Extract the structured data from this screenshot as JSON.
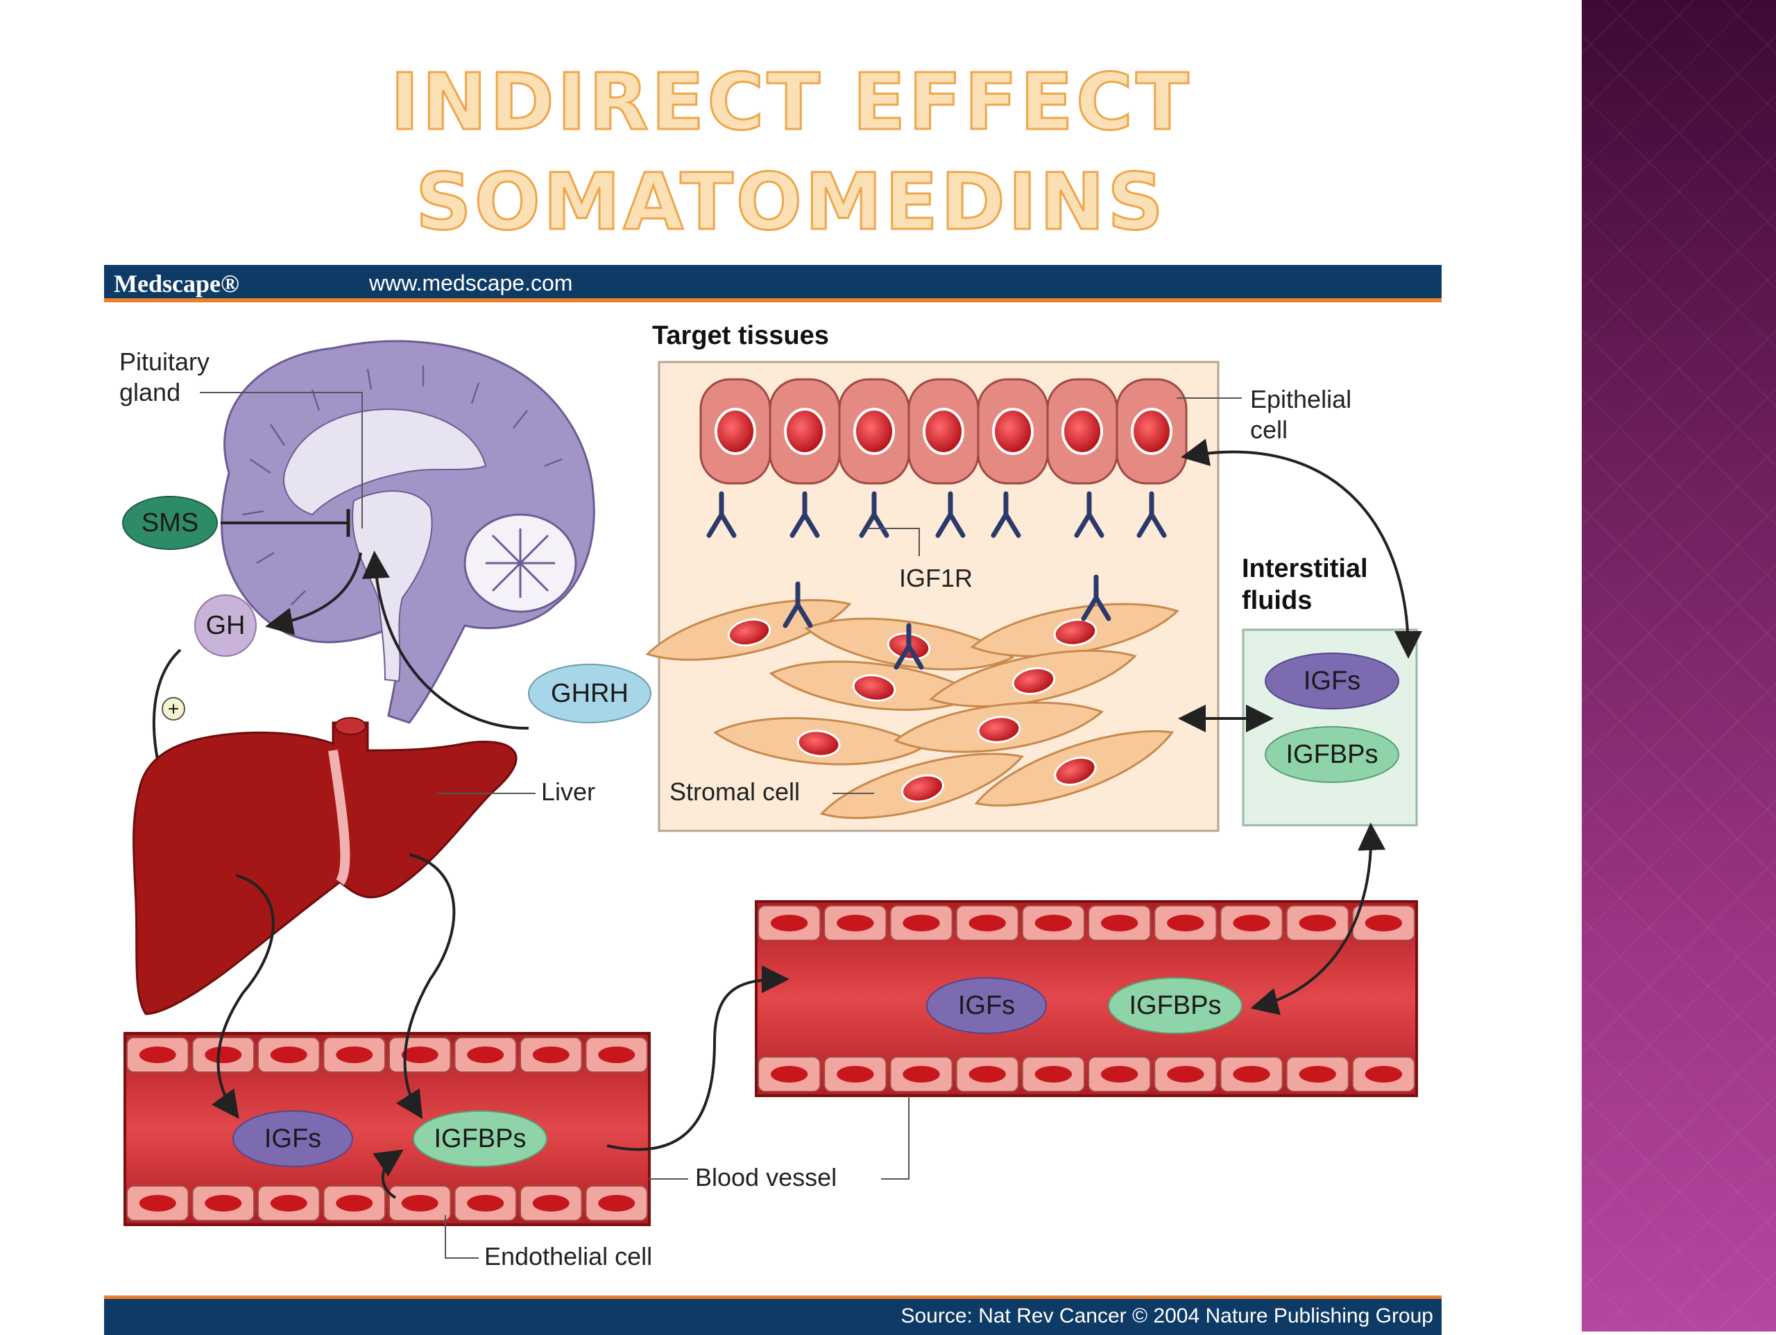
{
  "slide": {
    "title_line1": "Indirect effect",
    "title_line2": "Somatomedins"
  },
  "figure": {
    "brand": "Medscape®",
    "url": "www.medscape.com",
    "source": "Source: Nat Rev Cancer © 2004 Nature Publishing Group",
    "labels": {
      "target_tissues": "Target tissues",
      "pituitary_line1": "Pituitary",
      "pituitary_line2": "gland",
      "epithelial_line1": "Epithelial",
      "epithelial_line2": "cell",
      "igf1r": "IGF1R",
      "interstitial_line1": "Interstitial",
      "interstitial_line2": "fluids",
      "stromal": "Stromal cell",
      "liver": "Liver",
      "blood_vessel": "Blood vessel",
      "endothelial": "Endothelial cell",
      "plus": "+"
    },
    "ovals": {
      "sms": "SMS",
      "gh": "GH",
      "ghrh": "GHRH",
      "igfs": "IGFs",
      "igfbps": "IGFBPs"
    },
    "colors": {
      "sms": "#2e8b67",
      "gh": "#c9b3d8",
      "ghrh": "#a6d6e8",
      "igfs": "#7d6bb2",
      "igfbps": "#8fd3a8",
      "brain": "#a394c8",
      "liver": "#a51616",
      "vessel": "#c8282c",
      "tissue_bg": "#fdebd8",
      "fluid_bg": "#e3f2e6"
    }
  }
}
